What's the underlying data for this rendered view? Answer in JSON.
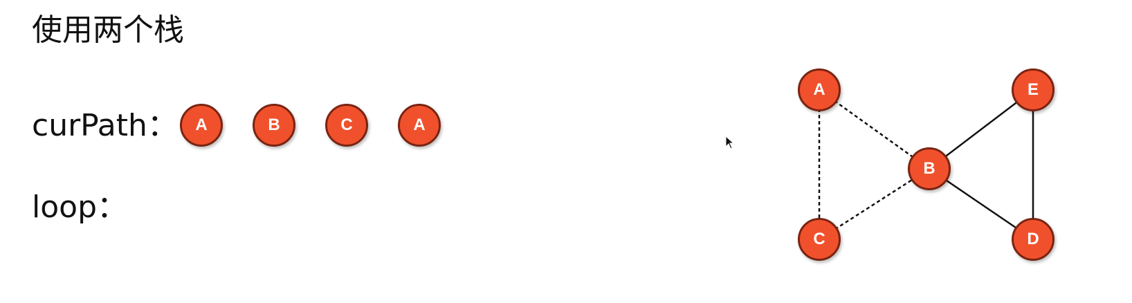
{
  "title": "使用两个栈",
  "labels": {
    "curpath": "curPath：",
    "loop": "loop："
  },
  "curpath_stack": [
    "A",
    "B",
    "C",
    "A"
  ],
  "graph": {
    "nodes": {
      "A": "A",
      "B": "B",
      "C": "C",
      "D": "D",
      "E": "E"
    },
    "edges": [
      {
        "from": "A",
        "to": "B",
        "style": "dashed"
      },
      {
        "from": "A",
        "to": "C",
        "style": "dashed"
      },
      {
        "from": "C",
        "to": "B",
        "style": "dashed"
      },
      {
        "from": "B",
        "to": "E",
        "style": "solid"
      },
      {
        "from": "B",
        "to": "D",
        "style": "solid"
      },
      {
        "from": "E",
        "to": "D",
        "style": "solid"
      }
    ]
  },
  "colors": {
    "node_fill": "#f0512c",
    "node_border": "#7a2412",
    "edge": "#111111"
  }
}
